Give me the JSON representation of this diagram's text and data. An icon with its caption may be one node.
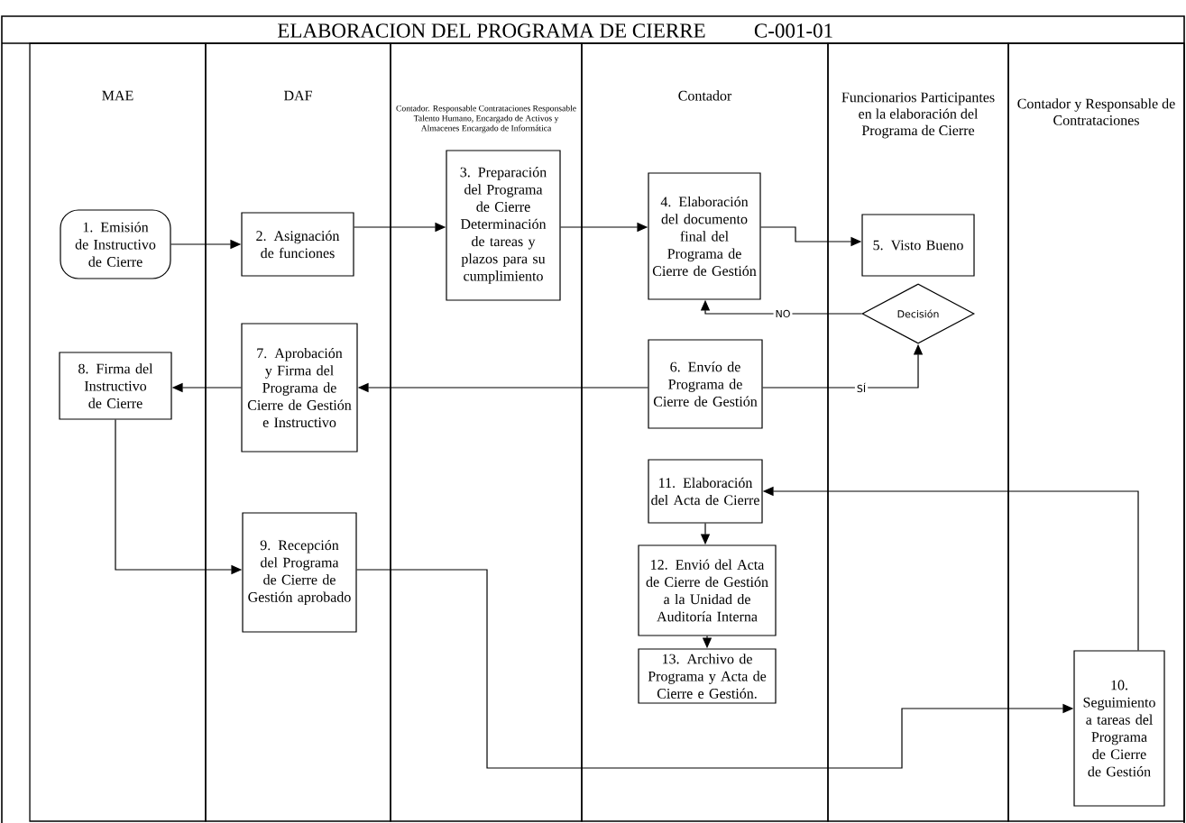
{
  "diagram": {
    "title": "ELABORACION DEL PROGRAMA DE CIERRE",
    "nodes": [
      {
        "text": [
          "MAE"
        ]
      },
      {
        "text": [
          "DAF"
        ]
      },
      {
        "text": [
          "Contador. Responsable Contrataciones Responsable Talento Humano, Encargado de Activos y Almacenes Encargado de Informática"
        ]
      },
      {
        "text": [
          "Contador"
        ]
      },
      {
        "text": [
          "Funcionarios Participantes en la elaboración del Programa de Cierre"
        ]
      },
      {
        "text": [
          "Contador y Responsable de Contrataciones"
        ]
      },
      {
        "text": [
          "1. Emisión de Instructivo de Cierre"
        ],
        "in": 0
      },
      {
        "text": [
          "2. Asignación de funciones"
        ],
        "in": 1
      },
      {
        "text": [
          "3. Preparación del Programa de Cierre Determinación de tareas y plazos para su cumplimiento"
        ],
        "in": 2
      },
      {
        "text": [
          "4. Elaboración del documento final del Programa de Cierre de Gestión"
        ],
        "in": 3
      },
      {
        "text": [
          "5. Visto Bueno"
        ],
        "in": 4
      },
      {
        "text": [
          "Decisión"
        ],
        "in": 4
      },
      {
        "text": [
          "6. Envío de Programa de Cierre de Gestión"
        ],
        "in": 3
      },
      {
        "text": [
          "7. Aprobación y Firma del Programa de Cierre de Gestión e Instructivo"
        ],
        "in": 1
      },
      {
        "text": [
          "8. Firma del Instructivo de Cierre"
        ],
        "in": 0
      },
      {
        "text": [
          "11. Elaboración del Acta de Cierre"
        ],
        "in": 3
      },
      {
        "text": [
          "9. Recepción del Programa de Cierre de Gestión aprobado"
        ],
        "in": 1
      },
      {
        "text": [
          "12. Envió del Acta de Cierre de Gestión a la Unidad de Auditoría Interna"
        ],
        "in": 3
      },
      {
        "text": [
          "13. Archivo de Programa y Acta de Cierre e Gestión."
        ],
        "in": 3
      },
      {
        "text": [
          "10. Seguimiento a tareas del Programa de Cierre de Gestión"
        ],
        "in": 5
      }
    ],
    "edges": [
      {
        "from": 6,
        "to": 7,
        "arrow": "to"
      },
      {
        "from": 7,
        "to": 8,
        "arrow": "to"
      },
      {
        "from": 8,
        "to": 9,
        "arrow": "to"
      },
      {
        "from": 9,
        "to": 10,
        "arrow": "to"
      },
      {
        "from": 11,
        "to": 9,
        "arrow": "to",
        "label": "NO"
      },
      {
        "from": 12,
        "to": 11,
        "arrow": "to",
        "label": "SÍ"
      },
      {
        "from": 12,
        "to": 13,
        "arrow": "to"
      },
      {
        "from": 13,
        "to": 14,
        "arrow": "to"
      },
      {
        "from": 14,
        "to": 16,
        "arrow": "to"
      },
      {
        "from": 16,
        "to": 19,
        "arrow": "to"
      },
      {
        "from": 19,
        "to": 15,
        "arrow": "to"
      },
      {
        "from": 15,
        "to": 17,
        "arrow": "to"
      },
      {
        "from": 17,
        "to": 18,
        "arrow": "to"
      }
    ],
    "labels": [
      "C-001-01"
    ]
  }
}
